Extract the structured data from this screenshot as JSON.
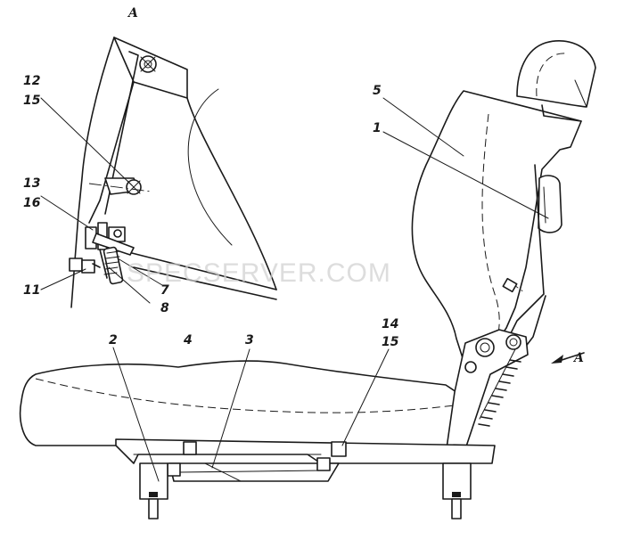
{
  "view_label": "A",
  "view_arrow_label": "A",
  "watermark": "SPECSERVER.COM",
  "callouts": {
    "c1": "1",
    "c2": "2",
    "c3": "3",
    "c4": "4",
    "c5": "5",
    "c7": "7",
    "c8": "8",
    "c11": "11",
    "c12": "12",
    "c13": "13",
    "c14": "14",
    "c15_top": "15",
    "c15_bottom": "15",
    "c16": "16"
  }
}
